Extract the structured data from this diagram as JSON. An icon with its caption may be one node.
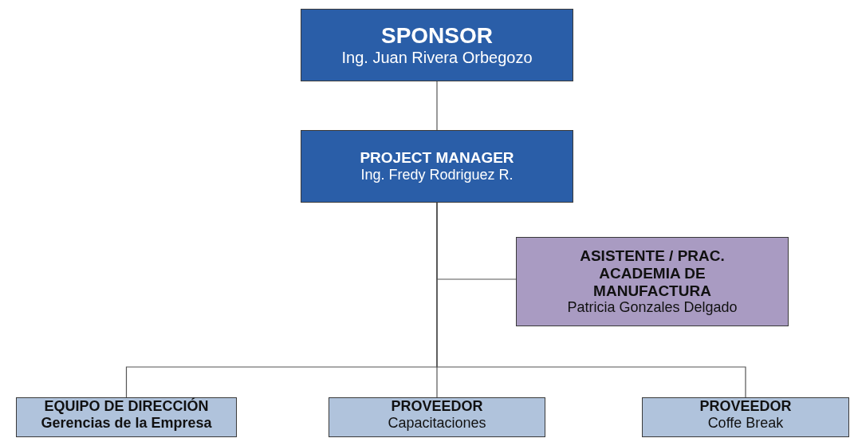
{
  "diagram": {
    "nodes": [
      {
        "text": [
          "SPONSOR",
          "Ing. Juan Rivera Orbegozo"
        ]
      },
      {
        "text": [
          "PROJECT MANAGER",
          "Ing. Fredy Rodriguez R."
        ]
      },
      {
        "text": [
          "ASISTENTE / PRAC. ACADEMIA DE MANUFACTURA",
          "Patricia Gonzales Delgado"
        ]
      },
      {
        "text": [
          "EQUIPO DE DIRECCIÓN",
          "Gerencias de la Empresa"
        ]
      },
      {
        "text": [
          "PROVEEDOR",
          "Capacitaciones"
        ]
      },
      {
        "text": [
          "PROVEEDOR",
          "Coffe Break"
        ]
      }
    ],
    "edges": [
      {
        "from": 0,
        "to": 1,
        "arrow": "none"
      },
      {
        "from": 1,
        "to": 2,
        "arrow": "none"
      },
      {
        "from": 1,
        "to": 3,
        "arrow": "none"
      },
      {
        "from": 1,
        "to": 4,
        "arrow": "none"
      },
      {
        "from": 1,
        "to": 5,
        "arrow": "none"
      }
    ]
  }
}
